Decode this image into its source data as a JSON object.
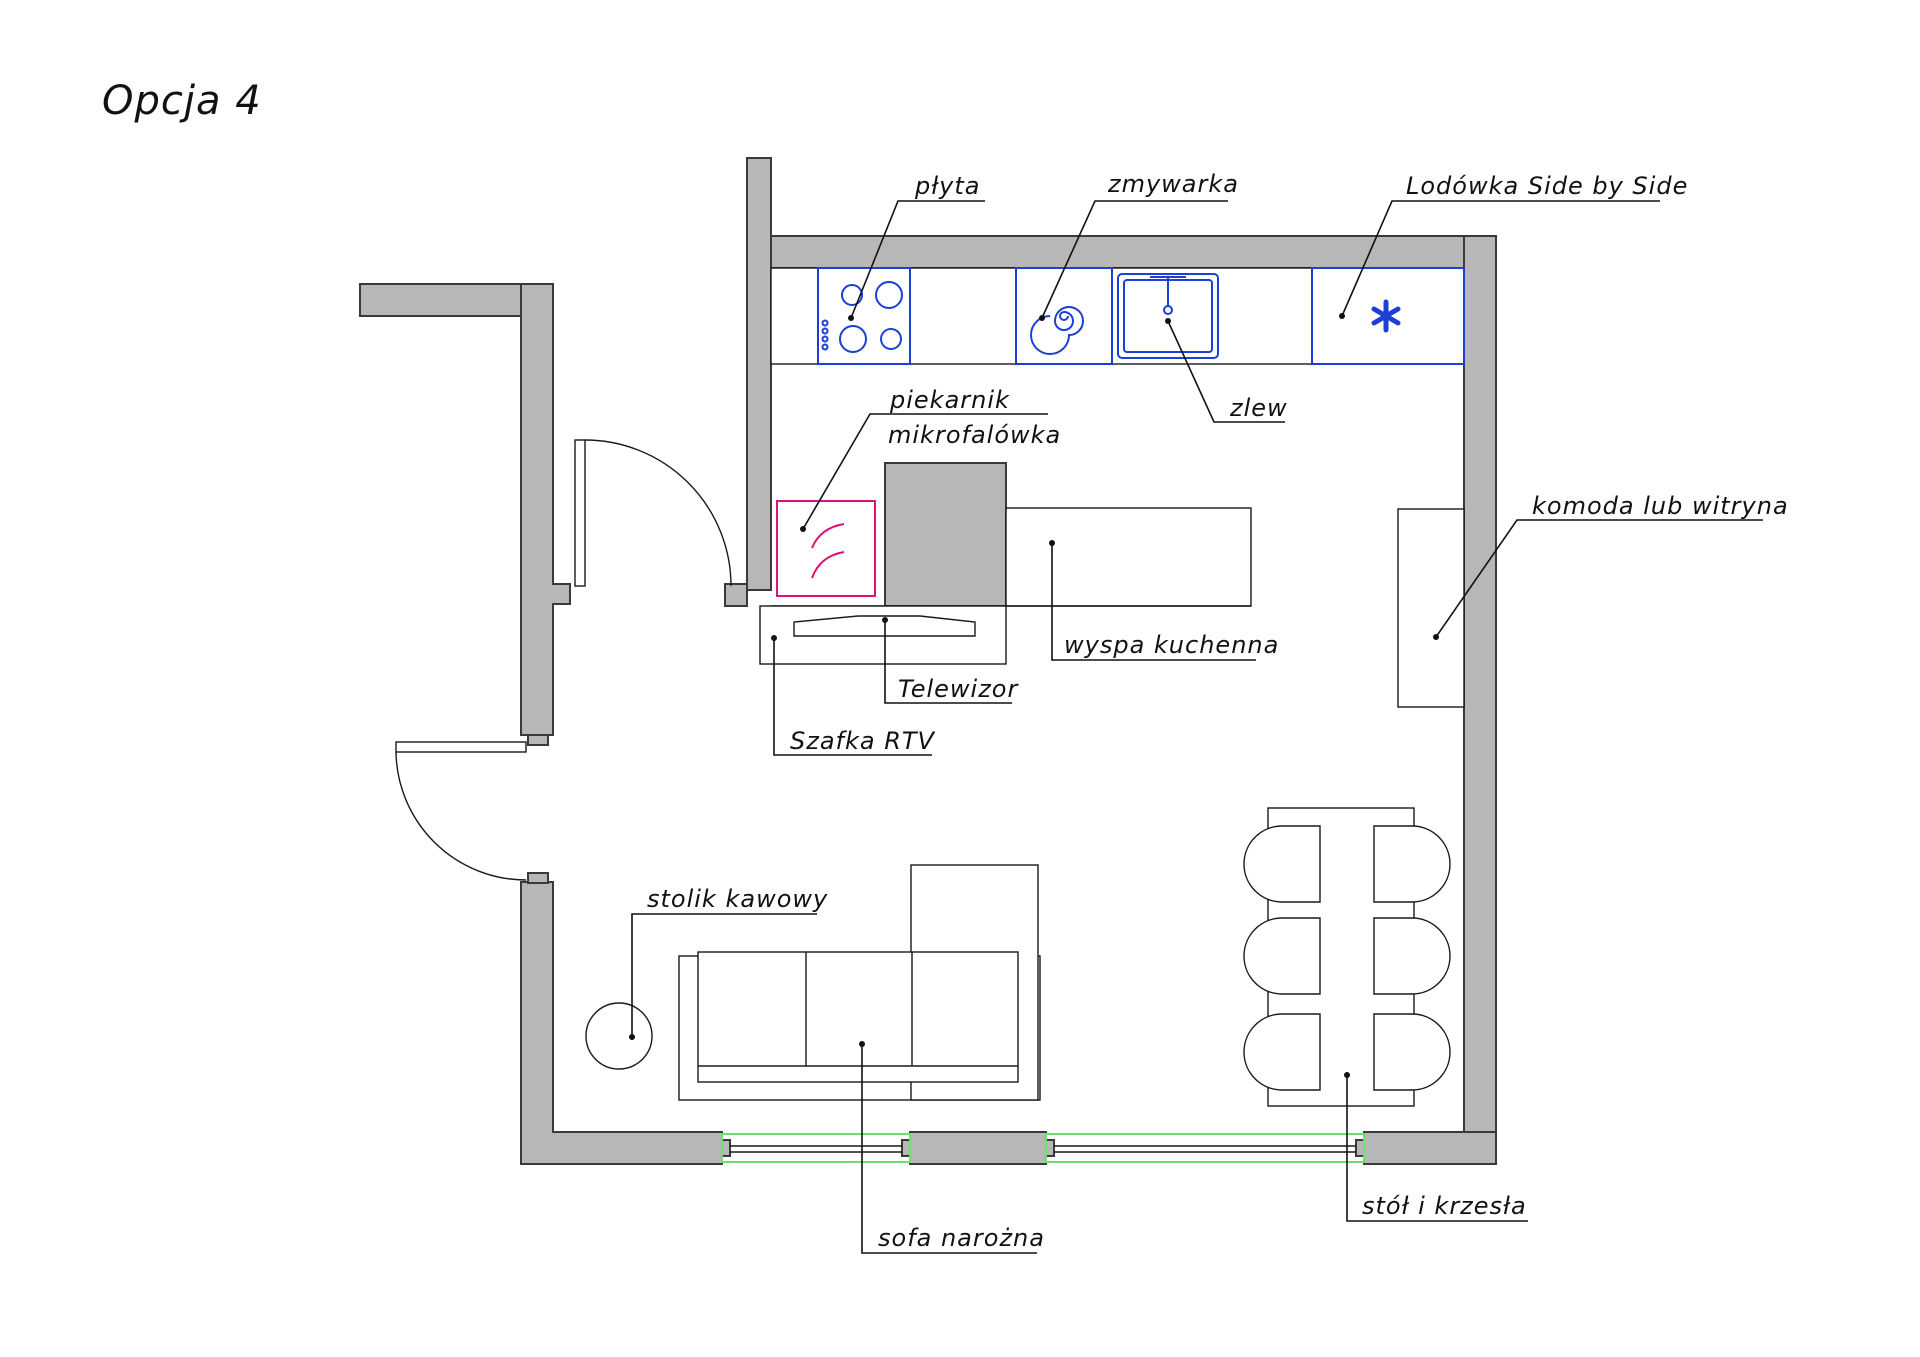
{
  "title": "Opcja 4",
  "labels": {
    "plyta": "płyta",
    "zmywarka": "zmywarka",
    "lodowka": "Lodówka Side by Side",
    "zlew": "zlew",
    "piekarnik": "piekarnik",
    "mikrofalowka": "mikrofalówka",
    "komoda": "komoda lub witryna",
    "wyspa": "wyspa kuchenna",
    "telewizor": "Telewizor",
    "szafka_rtv": "Szafka RTV",
    "stolik": "stolik kawowy",
    "sofa": "sofa narożna",
    "stol": "stół i krzesła"
  },
  "colors": {
    "wall": "#b7b7b7",
    "appliance": "#1c3fd6",
    "oven": "#e0107a",
    "window_glass": "#6be06b"
  },
  "icons": {
    "fridge": "asterisk-icon",
    "dishwasher": "spiral-icon",
    "oven": "oven-icon"
  }
}
